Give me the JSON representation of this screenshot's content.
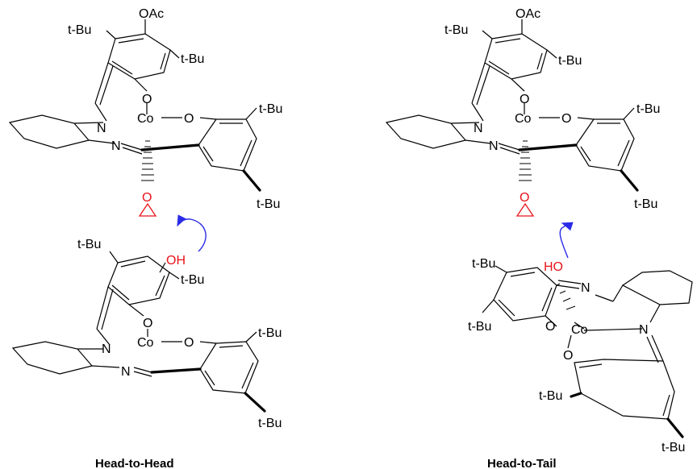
{
  "labels": {
    "tbu": "t-Bu",
    "oac": "OAc",
    "oh": "OH",
    "ho": "HO",
    "co": "Co",
    "n": "N",
    "o": "O"
  },
  "captions": {
    "left": "Head-to-Head",
    "right": "Head-to-Tail"
  },
  "colors": {
    "oxygen_highlight": "#e8141b",
    "arrow": "#2b2be8",
    "bonds": "#000000"
  }
}
